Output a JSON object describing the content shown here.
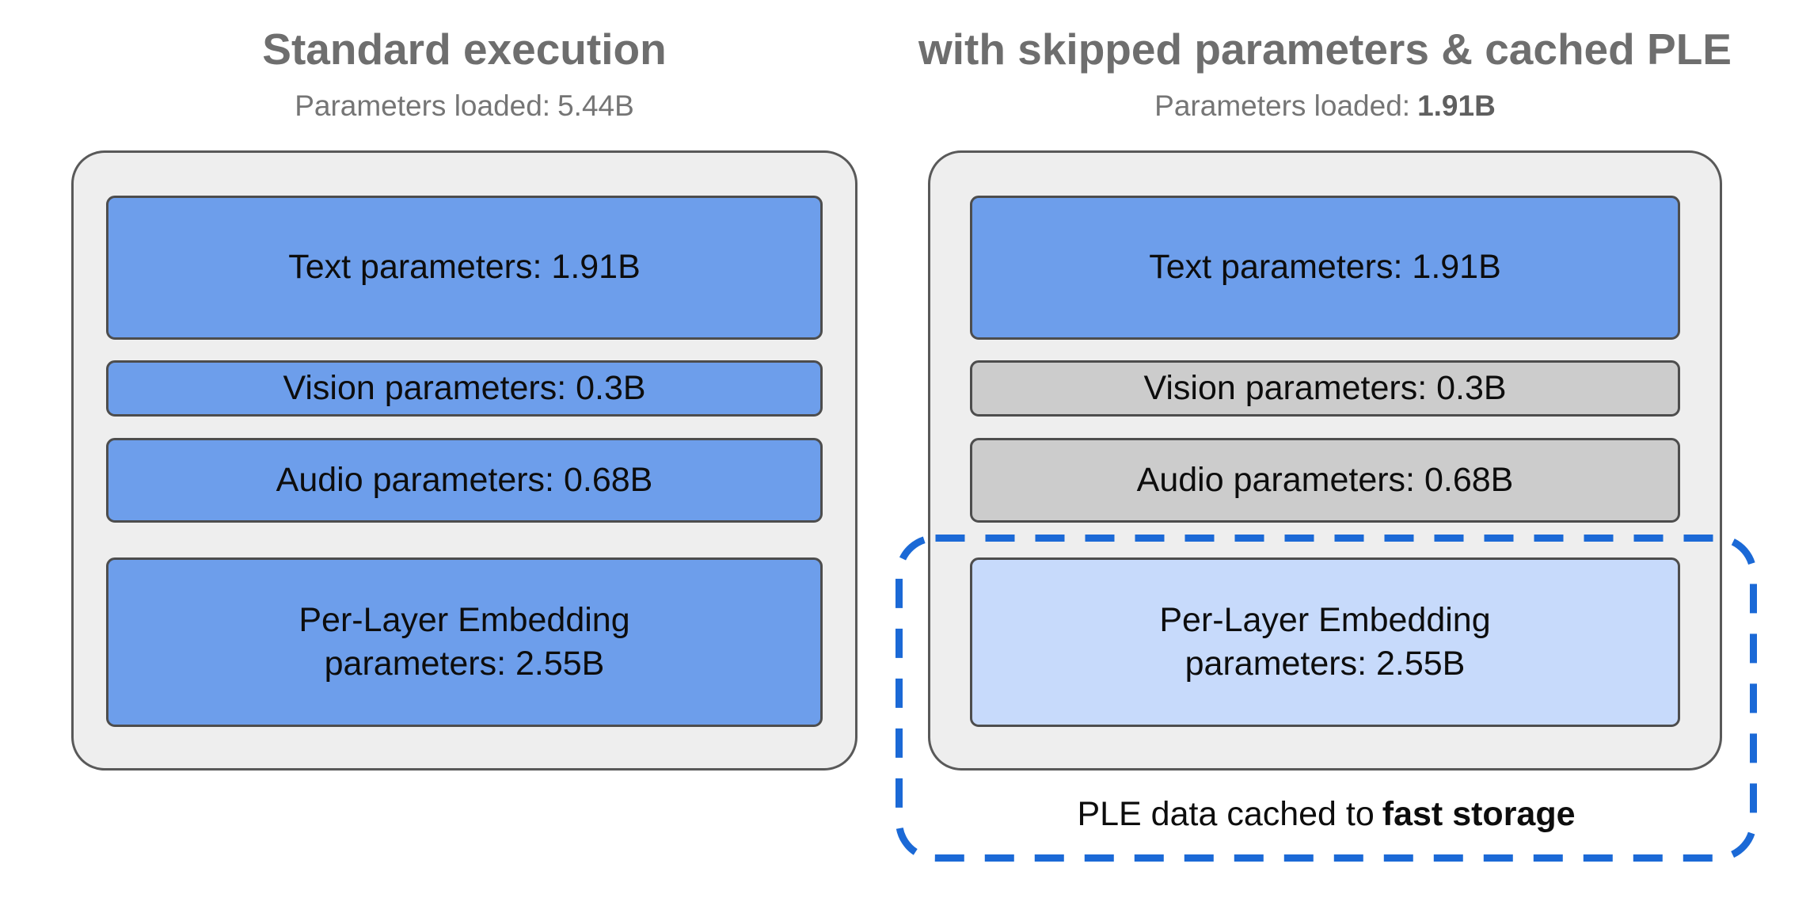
{
  "diagram": {
    "left": {
      "title": "Standard execution",
      "subtitle_label": "Parameters loaded:",
      "subtitle_value": "5.44B",
      "boxes": {
        "text": "Text parameters: 1.91B",
        "vision": "Vision parameters: 0.3B",
        "audio": "Audio parameters: 0.68B",
        "ple_line1": "Per-Layer Embedding",
        "ple_line2": "parameters: 2.55B"
      }
    },
    "right": {
      "title": "with skipped parameters & cached PLE",
      "subtitle_label": "Parameters loaded:",
      "subtitle_value": "1.91B",
      "boxes": {
        "text": "Text parameters: 1.91B",
        "vision": "Vision parameters: 0.3B",
        "audio": "Audio parameters: 0.68B",
        "ple_line1": "Per-Layer Embedding",
        "ple_line2": "parameters: 2.55B"
      },
      "cache_note_prefix": "PLE data cached to",
      "cache_note_bold": "fast storage"
    },
    "colors": {
      "loaded_params_blue": "#6d9eeb",
      "skipped_params_gray": "#cccccc",
      "cached_ple_light_blue": "#c7dafb",
      "cache_outline_blue": "#1b69d6",
      "container_gray": "#eeeeee",
      "container_border": "#595959",
      "heading_gray": "#6e6e6e",
      "box_text_black": "#0d0d0d"
    }
  }
}
